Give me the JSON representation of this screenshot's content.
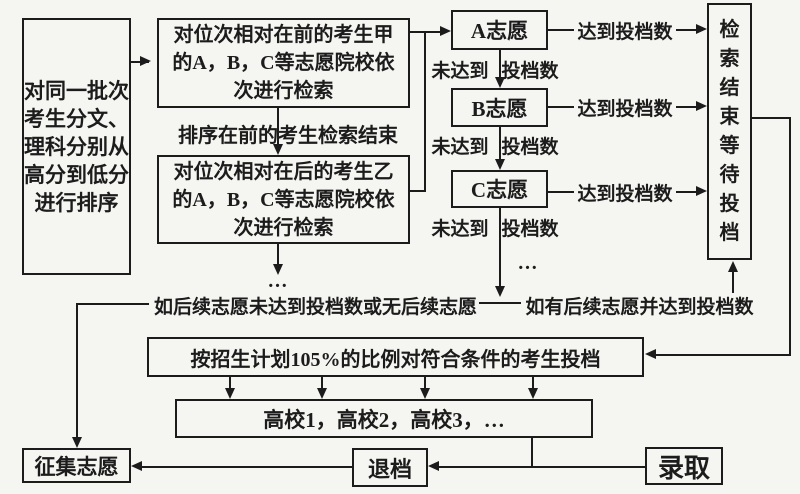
{
  "colors": {
    "ink": "#1c1c1c",
    "background": "#f5f5f2"
  },
  "nodes": {
    "sort_batch": {
      "lines": [
        "对同一批次",
        "考生分文、",
        "理科分别从",
        "高分到低分",
        "进行排序"
      ]
    },
    "candidate_jia": {
      "lines": [
        "对位次相对在前的考生甲",
        "的A，B，C等志愿院校依",
        "次进行检索"
      ]
    },
    "candidate_yi": {
      "lines": [
        "对位次相对在后的考生乙",
        "的A，B，C等志愿院校依",
        "次进行检索"
      ]
    },
    "choice_a": {
      "label": "A志愿"
    },
    "choice_b": {
      "label": "B志愿"
    },
    "choice_c": {
      "label": "C志愿"
    },
    "search_wait": {
      "lines": [
        "检",
        "索",
        "结",
        "束",
        "等",
        "待",
        "投",
        "档"
      ]
    },
    "quota_ratio": {
      "label": "按招生计划105%的比例对符合条件的考生投档"
    },
    "colleges": {
      "label": "高校1，高校2，高校3，…"
    },
    "collect_volunteer": {
      "label": "征集志愿"
    },
    "withdraw": {
      "label": "退档"
    },
    "admit": {
      "label": "录取"
    }
  },
  "edge_labels": {
    "sorted_first_done": "排序在前的考生检索结束",
    "reached_quota": "达到投档数",
    "not_reached": "未达到",
    "quota_count": "投档数",
    "no_next_or_none": "如后续志愿未达到投档数或无后续志愿",
    "has_next_reached": "如有后续志愿并达到投档数",
    "ellipsis": "…"
  }
}
